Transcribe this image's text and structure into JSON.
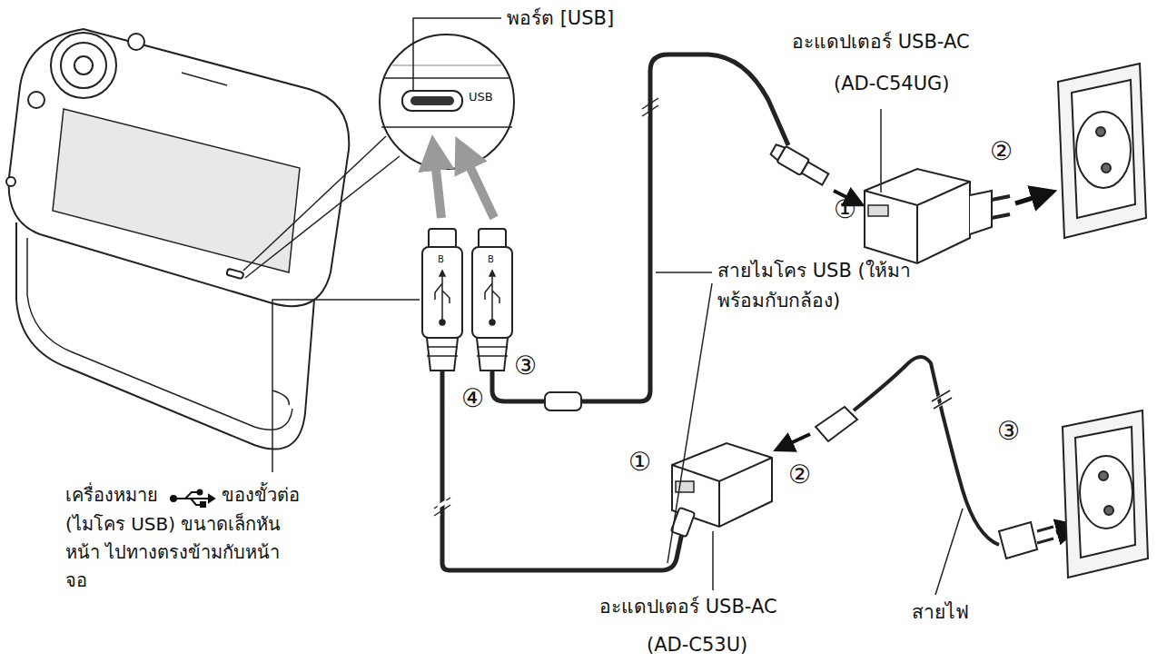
{
  "diagram": {
    "labels": [
      "พอร์ต [USB]",
      "USB",
      "อะแดปเตอร์ USB-AC",
      "(AD-C54UG)",
      "①",
      "②",
      "B",
      "B",
      "สายไมโคร USB (ให้มาพร้อมกับกล้อง)",
      "③",
      "④",
      "③",
      "เครื่องหมาย",
      "ของขั้วต่อ",
      "(ไมโคร USB) ขนาดเล็กหันหน้า ไปทางตรงข้ามกับหน้าจอ",
      "①",
      "②",
      "สายไฟ",
      "อะแดปเตอร์ USB-AC",
      "(AD-C53U)"
    ]
  }
}
